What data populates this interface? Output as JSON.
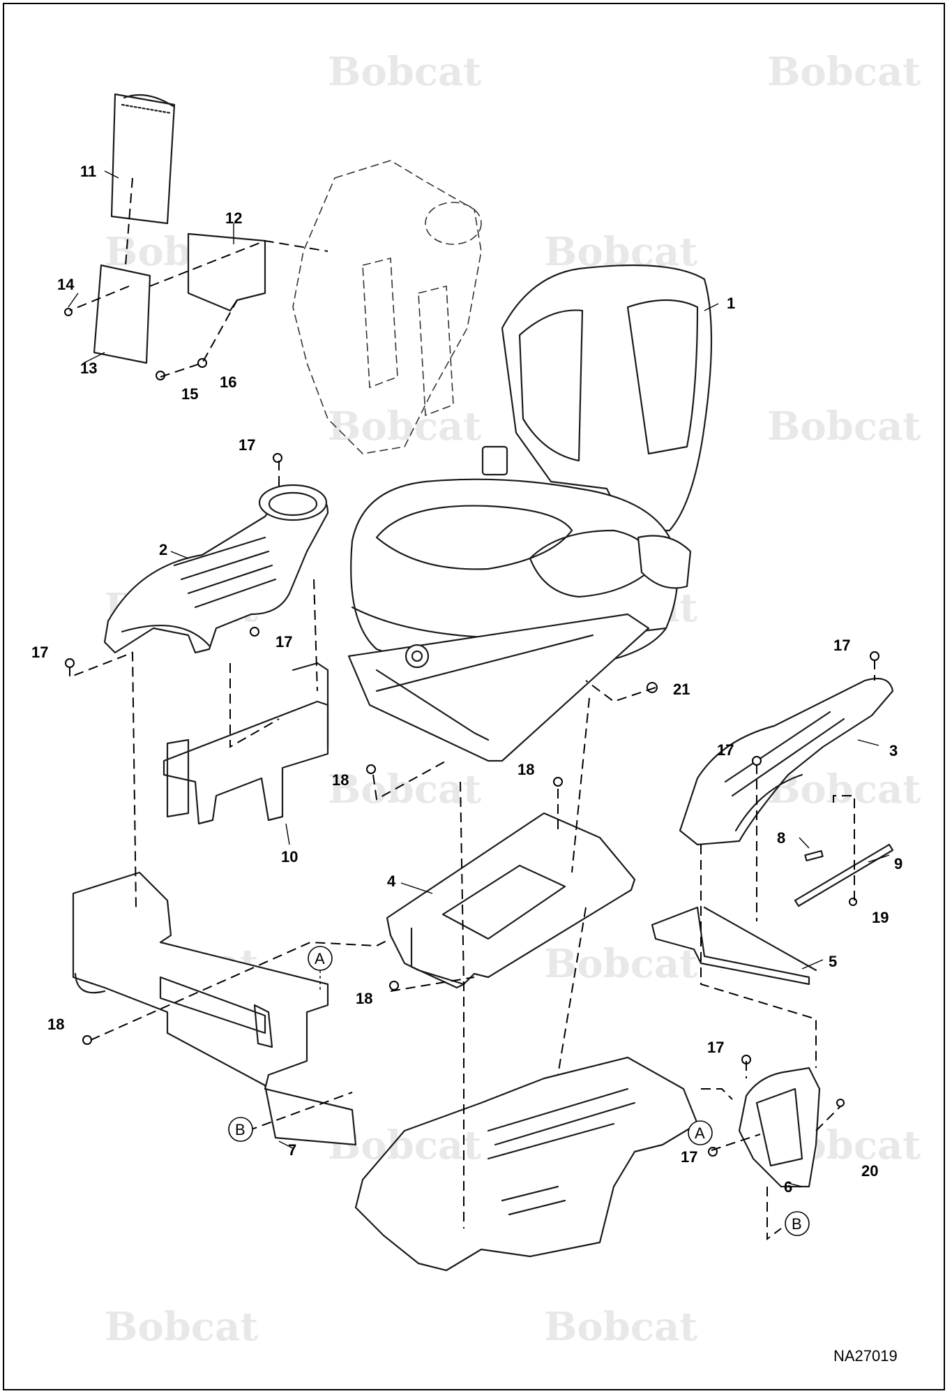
{
  "watermark": {
    "text": "Bobcat",
    "color": "#e8e8e8"
  },
  "figure_id": "NA27019",
  "callouts": {
    "c1": "1",
    "c2": "2",
    "c3": "3",
    "c4": "4",
    "c5": "5",
    "c6": "6",
    "c7": "7",
    "c8": "8",
    "c9": "9",
    "c10": "10",
    "c11": "11",
    "c12": "12",
    "c13": "13",
    "c14": "14",
    "c15": "15",
    "c16": "16",
    "c17": "17",
    "c18": "18",
    "c19": "19",
    "c20": "20",
    "c21": "21"
  },
  "ref_markers": {
    "a": "A",
    "b": "B"
  }
}
